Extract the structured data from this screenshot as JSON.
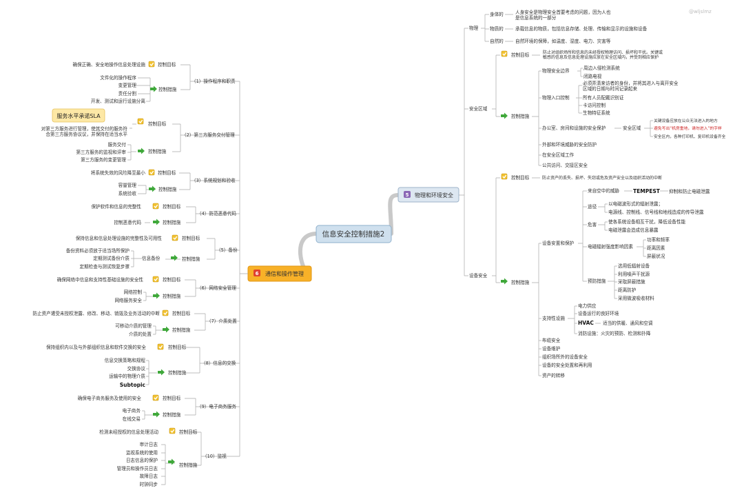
{
  "watermark": "@wljslmz",
  "root": {
    "label": "信息安全控制措施2"
  },
  "branch_left": {
    "number": "6",
    "label": "通信和操作管理"
  },
  "branch_right": {
    "number": "5",
    "label": "物理和环境安全"
  },
  "left": {
    "s1": {
      "label": "（1）操作程序和职责",
      "goal_label": "控制目标",
      "goal": "确保正确、安全地操作信息处理设施",
      "measure_label": "控制措施",
      "measures": [
        "文件化的操作程序",
        "变更管理",
        "责任分割",
        "开发、测试和运行设施分离"
      ]
    },
    "s2": {
      "label": "（2）第三方服务交付管理",
      "sla": "服务水平承诺SLA",
      "goal_label": "控制目标",
      "goal_l1": "对第三方服务进行管理，使其交付的服务符",
      "goal_l2": "合第三方服务协议议，并保持在适当水平",
      "measure_label": "控制措施",
      "measures": [
        "服务交付",
        "第三方服务的监视和评审",
        "第三方服务的变更管理"
      ]
    },
    "s3": {
      "label": "（3）系统规划和验收",
      "goal_label": "控制目标",
      "goal": "将系统失效的风险降至最小",
      "measure_label": "控制措施",
      "measures": [
        "容量管理",
        "系统验收"
      ]
    },
    "s4": {
      "label": "（4）防范恶意代码",
      "goal_label": "控制目标",
      "goal": "保护软件和信息的完整性",
      "measure_label": "控制措施",
      "measures": [
        "控制恶意代码"
      ]
    },
    "s5": {
      "label": "（5）备份",
      "goal_label": "控制目标",
      "goal": "保持信息和信息处理设施的完整性及可用性",
      "measure_label": "控制措施",
      "sub_label": "信息备份",
      "measures": [
        "备份资料必须放于适当场所保护",
        "定期测试备份介质",
        "定期检查与测试恢复步骤"
      ]
    },
    "s6": {
      "label": "（6）网络安全管理",
      "goal_label": "控制目标",
      "goal": "确保网络中信息和支持性基础设施的安全性",
      "measure_label": "控制措施",
      "measures": [
        "网络控制",
        "网络服务安全"
      ]
    },
    "s7": {
      "label": "（7）介质处置",
      "goal_label": "控制目标",
      "goal": "防止资产遭受未授权泄露、修改、移动、销毁及业务活动的中断",
      "measure_label": "控制措施",
      "measures": [
        "可移动介质的管理",
        "介质的处置"
      ]
    },
    "s8": {
      "label": "（8）信息的交换",
      "goal_label": "控制目标",
      "goal": "保持组织内以及与外部组织信息和软件交换的安全",
      "measure_label": "控制措施",
      "measures": [
        "信息交换策略和规程",
        "交换协议",
        "运输中的物理介质"
      ],
      "subtopic": "Subtopic"
    },
    "s9": {
      "label": "（9）电子商务服务",
      "goal_label": "控制目标",
      "goal": "确保电子商务服务及使用的安全",
      "measure_label": "控制措施",
      "measures": [
        "电子商务",
        "在线交易"
      ]
    },
    "s10": {
      "label": "（10）监视",
      "goal_label": "控制目标",
      "goal": "检测未经授权的信息处理活动",
      "measure_label": "控制措施",
      "measures": [
        "审计日志",
        "监视系统的使用",
        "日志信息的保护",
        "管理员和操作员日志",
        "故障日志",
        "时钟同步"
      ]
    }
  },
  "right": {
    "physical": {
      "label": "物理",
      "items": [
        {
          "label": "身体的",
          "desc_l1": "人身安全是物理安全首要考虑的问题，因为人也",
          "desc_l2": "是信息系统的一部分"
        },
        {
          "label": "物质的",
          "desc": "承载信息的物质，包括信息存储、处理、传输和显示的设施和设备"
        },
        {
          "label": "自然的",
          "desc": "自然环境的保障，如温度、湿度、电力、灾害等"
        }
      ]
    },
    "area": {
      "label": "安全区域",
      "goal_label": "控制目标",
      "goal_l1": "防止对组织场所和信息的未经授权物理访问、损坏和干扰。关键或",
      "goal_l2": "敏感的信息及信息处理设施应放在安全区域内，并受到相应保护",
      "measure_label": "控制措施",
      "perimeter": {
        "label": "物理安全边界",
        "items": [
          "周边入侵检测系统",
          "闭路电视"
        ]
      },
      "entry": {
        "label": "物理入口控制",
        "l1": "必须弄清来访者的身份，并将其进入与离开安全",
        "l2": "区域的日期与时间记录起来",
        "items": [
          "所有人员配戴识别证",
          "卡访问控制",
          "生物特征系统"
        ]
      },
      "office": {
        "label": "办公室、房间和设施的安全保护",
        "zone_label": "安全区域",
        "zone_items": [
          "关键设备应放在公众无法进入的地方",
          "避免写出“机房重地，请勿进入”的字样",
          "安全区内，各种打印机、复印机设备齐全"
        ]
      },
      "others": [
        "外部和环境威胁的安全防护",
        "在安全区域工作",
        "公共访问、交接区安全"
      ]
    },
    "equipment": {
      "label": "设备安全",
      "goal_label": "控制目标",
      "goal": "防止资产的丢失、损坏、失窃或危及资产安全以及组织活动的中断",
      "measure_label": "控制措施",
      "siting": {
        "label": "设备安置和保护",
        "tempest_label": "来自空中的威胁",
        "tempest": "TEMPEST",
        "tempest_desc": "抑制和防止电磁泄露",
        "path_label": "途径",
        "paths": [
          "以电磁波形式的辐射泄露；",
          "电源线、控制线、信号线和地线造成的传导泄露"
        ],
        "harm_label": "危害",
        "harms": [
          "使各系统设备相互干扰，降低设备性能",
          "电磁泄露会造成信息暴露"
        ],
        "factor_label": "电磁辐射强度影响因素",
        "factors": [
          "功率和频率",
          "距离因素",
          "屏蔽状况"
        ],
        "prevent_label": "预防措施",
        "prevents": [
          "选用低辐射设备",
          "利用噪声干扰源",
          "采取屏蔽措施",
          "距离防护",
          "采用微波吸收材料"
        ]
      },
      "support": {
        "label": "支持性设施",
        "items": [
          "电力供应",
          "设备运行的良好环境"
        ],
        "hvac": "HVAC",
        "hvac_desc": "适当的供暖、通风和空调",
        "fire": "消防设施：火灾的预防、检测和扑降"
      },
      "others": [
        "布缆安全",
        "设备维护",
        "组织场所外的设备安全",
        "设备的安全处置和再利用",
        "资产的转移"
      ]
    }
  }
}
